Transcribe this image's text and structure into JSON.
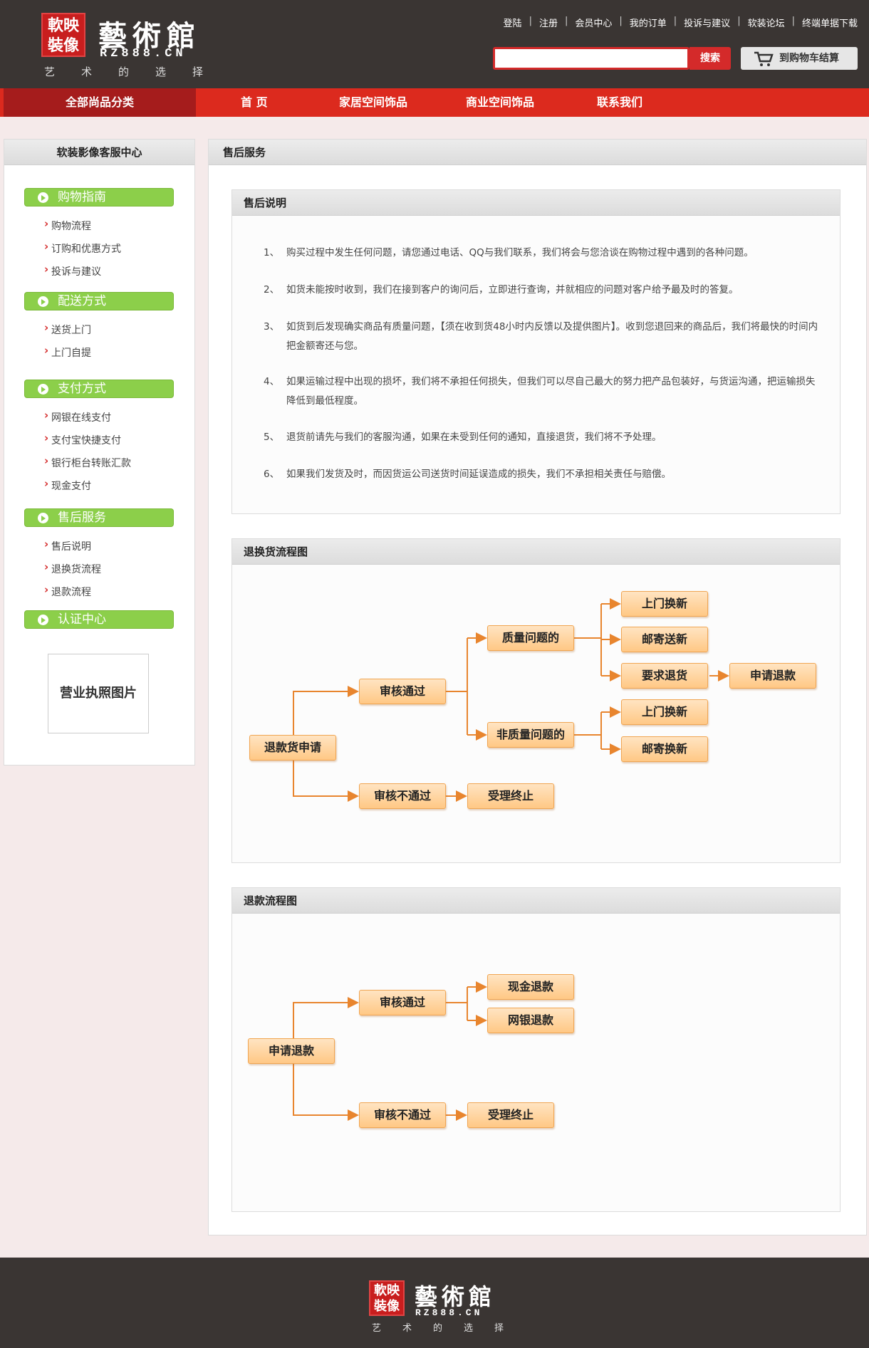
{
  "brand": {
    "seal": "軟映裝像",
    "seal_top": "軟映",
    "seal_bottom": "裝像",
    "name": "藝術館",
    "url": "RZ888.CN",
    "tagline": "艺术的选择"
  },
  "top_links": [
    "登陆",
    "注册",
    "会员中心",
    "我的订单",
    "投诉与建议",
    "软装论坛",
    "终端单据下载"
  ],
  "search": {
    "placeholder": "",
    "button": "搜索"
  },
  "cart": {
    "label": "到购物车结算"
  },
  "nav": {
    "all_categories": "全部尚品分类",
    "items": [
      "首 页",
      "家居空间饰品",
      "商业空间饰品",
      "联系我们"
    ]
  },
  "sidebar": {
    "title": "软装影像客服中心",
    "categories": [
      {
        "label": "购物指南",
        "items": [
          "购物流程",
          "订购和优惠方式",
          "投诉与建议"
        ]
      },
      {
        "label": "配送方式",
        "items": [
          "送货上门",
          "上门自提"
        ]
      },
      {
        "label": "支付方式",
        "items": [
          "网银在线支付",
          "支付宝快捷支付",
          "银行柜台转账汇款",
          "现金支付"
        ]
      },
      {
        "label": "售后服务",
        "items": [
          "售后说明",
          "退换货流程",
          "退款流程"
        ]
      },
      {
        "label": "认证中心",
        "items": []
      }
    ],
    "license_image": "营业执照图片"
  },
  "main": {
    "title": "售后服务",
    "notes_section": {
      "title": "售后说明",
      "notes": [
        {
          "num": "1、",
          "text": "购买过程中发生任何问题，请您通过电话、QQ与我们联系，我们将会与您洽谈在购物过程中遇到的各种问题。"
        },
        {
          "num": "2、",
          "text": "如货未能按时收到，我们在接到客户的询问后，立即进行查询，并就相应的问题对客户给予最及时的答复。"
        },
        {
          "num": "3、",
          "text": "如货到后发现确实商品有质量问题，【须在收到货48小时内反馈以及提供图片】。收到您退回来的商品后，我们将最快的时间内把金额寄还与您。"
        },
        {
          "num": "4、",
          "text": "如果运输过程中出现的损坏，我们将不承担任何损失，但我们可以尽自己最大的努力把产品包装好，与货运沟通，把运输损失降低到最低程度。"
        },
        {
          "num": "5、",
          "text": "退货前请先与我们的客服沟通，如果在未受到任何的通知，直接退货，我们将不予处理。"
        },
        {
          "num": "6、",
          "text": "如果我们发货及时，而因货运公司送货时间延误造成的损失，我们不承担相关责任与赔偿。"
        }
      ]
    },
    "exchange_flow": {
      "title": "退换货流程图",
      "nodes": {
        "apply": "退款货申请",
        "approved": "审核通过",
        "rejected": "审核不通过",
        "terminated": "受理终止",
        "quality": "质量问题的",
        "non_quality": "非质量问题的",
        "q_replace": "上门换新",
        "q_mail": "邮寄送新",
        "q_return": "要求退货",
        "refund": "申请退款",
        "nq_replace": "上门换新",
        "nq_mail": "邮寄换新"
      }
    },
    "refund_flow": {
      "title": "退款流程图",
      "nodes": {
        "apply": "申请退款",
        "approved": "审核通过",
        "rejected": "审核不通过",
        "terminated": "受理终止",
        "cash": "现金退款",
        "bank": "网银退款"
      }
    }
  },
  "colors": {
    "header_bg": "#3a3533",
    "nav_red": "#dc2a1e",
    "nav_dark_red": "#a51c1c",
    "green": "#8ccf4a",
    "flow_orange": "#f0a552",
    "arrow": "#e8852e"
  }
}
